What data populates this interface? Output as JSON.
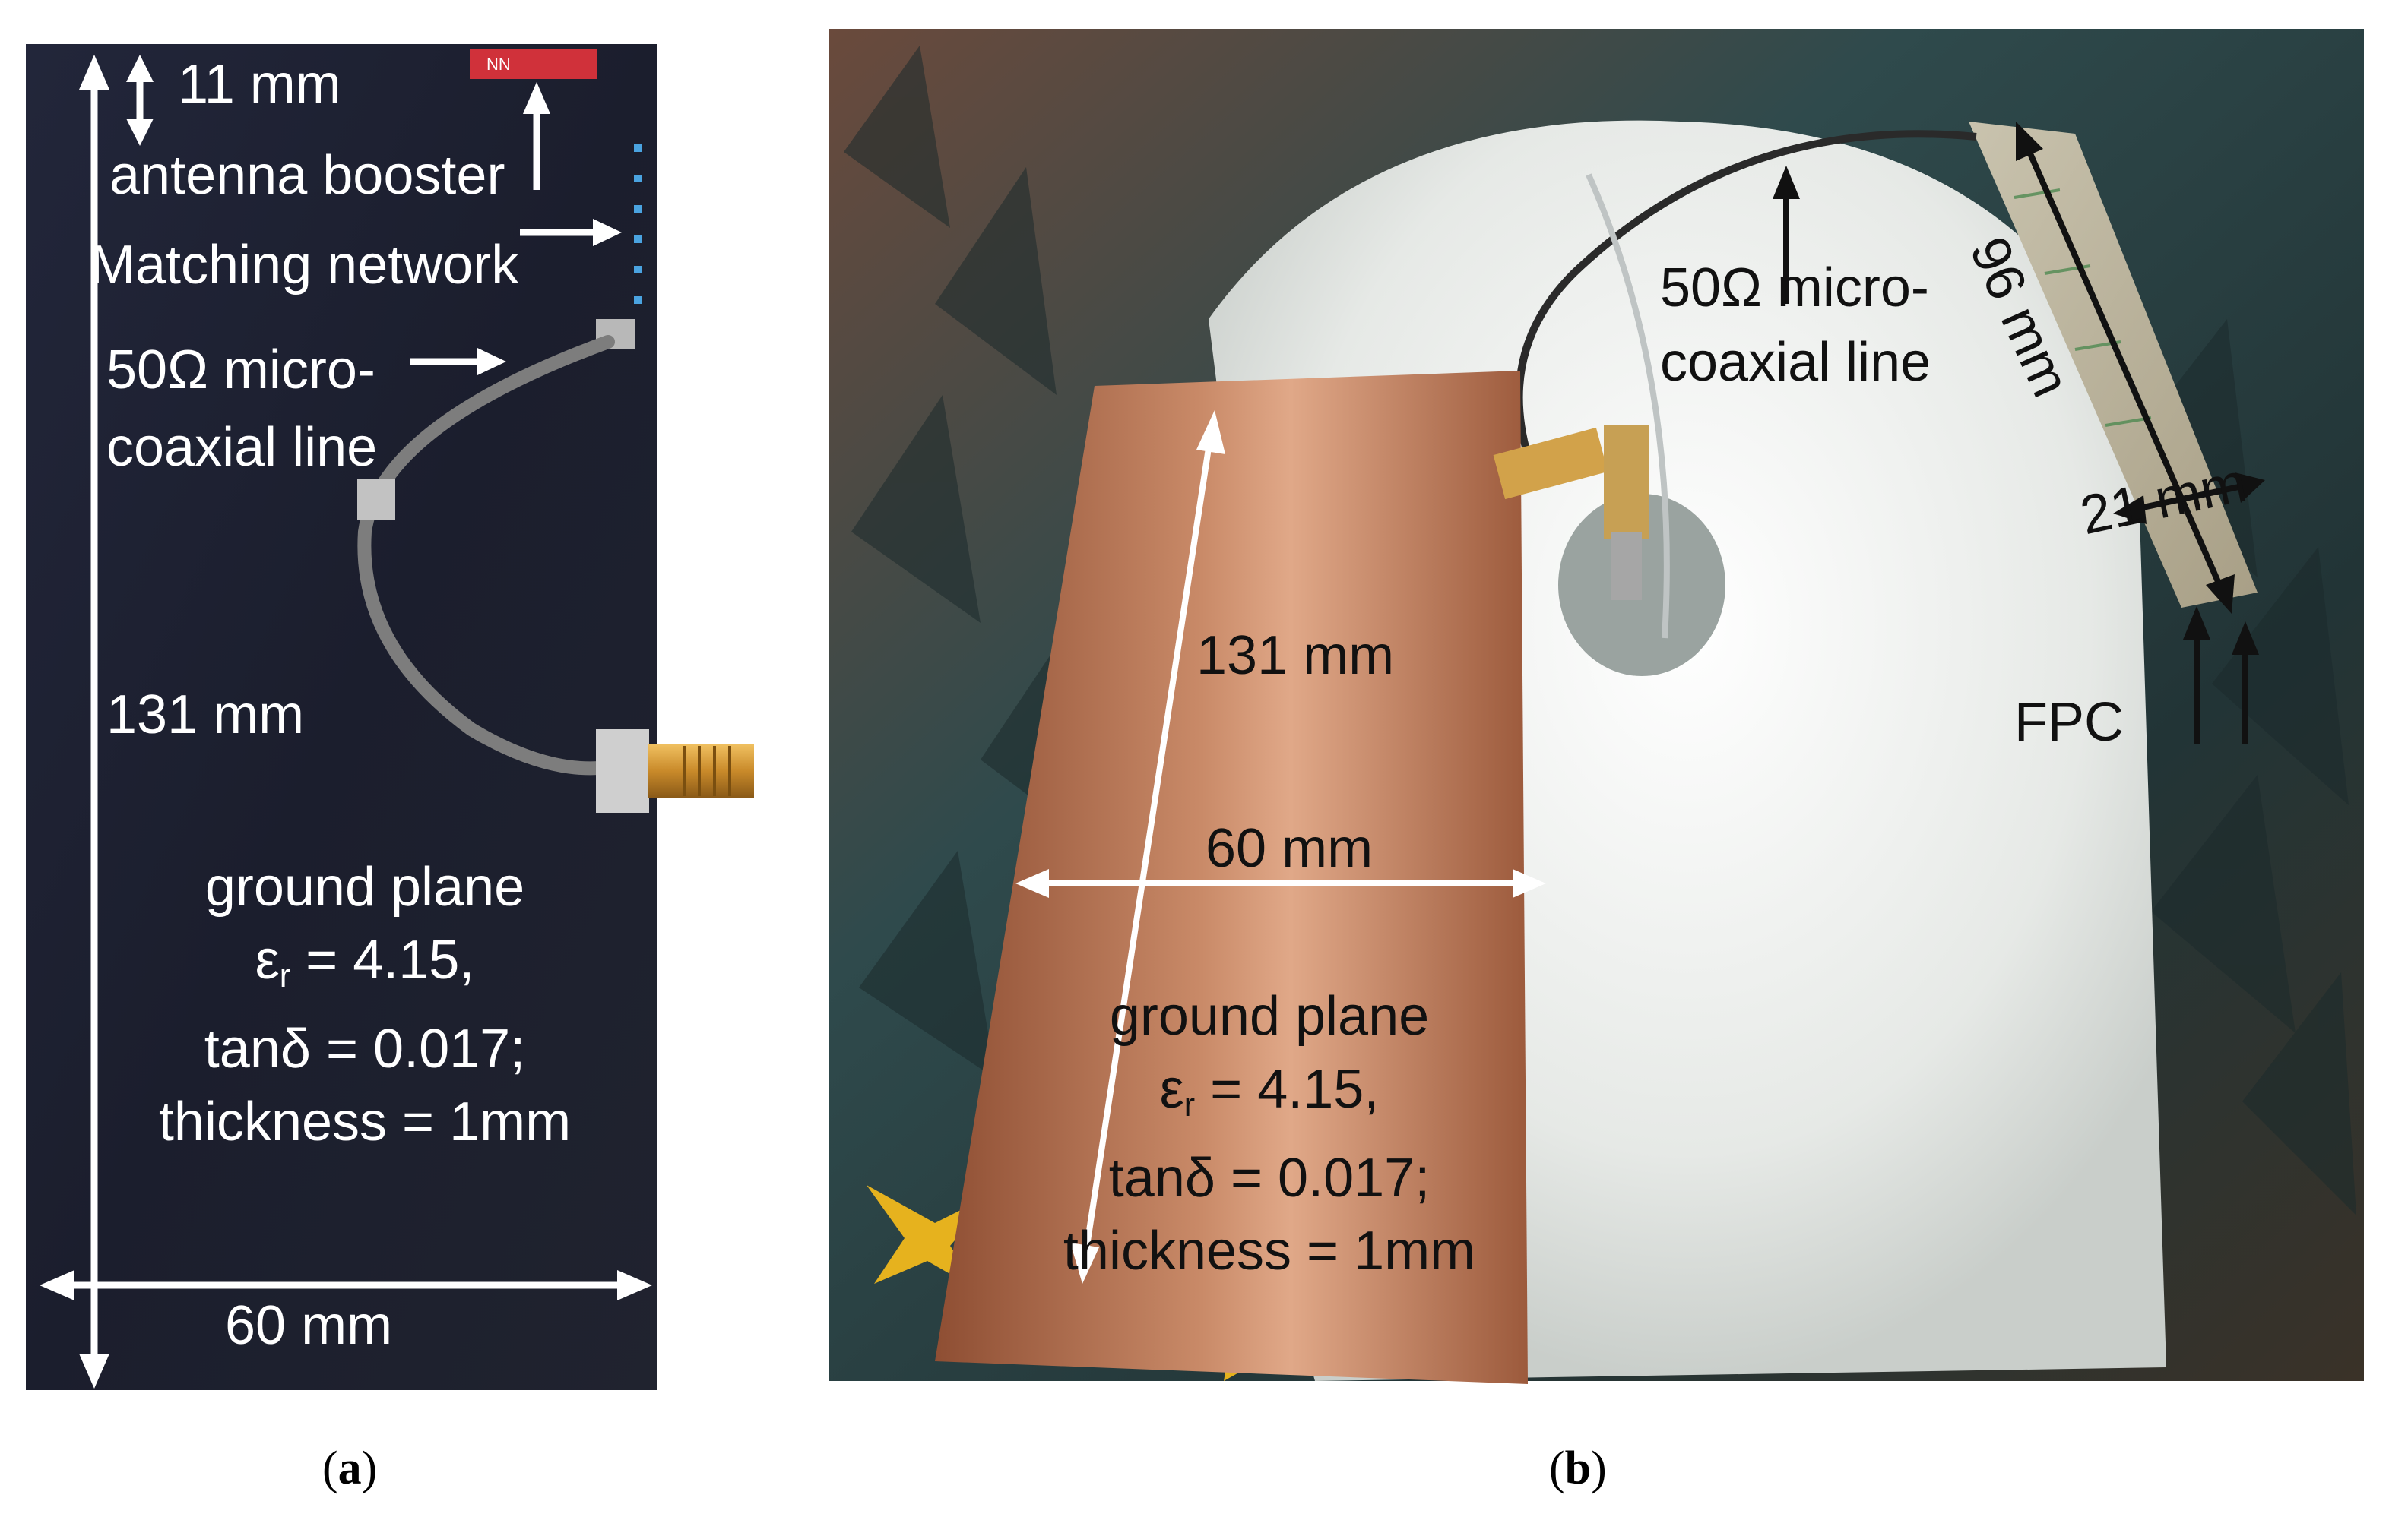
{
  "panel_a": {
    "caption_letter": "a",
    "labels": {
      "booster_height": "11 mm",
      "antenna_booster": "antenna booster",
      "matching_network": "Matching network",
      "coax_line_1": "50Ω micro-",
      "coax_line_2": "coaxial line",
      "height": "131 mm",
      "width": "60 mm",
      "ground_plane": "ground plane",
      "eps_symbol": "ε",
      "eps_sub": "r",
      "eps_value": " = 4.15,",
      "tan_delta": "tanδ = 0.017;",
      "thickness": "thickness = 1mm"
    }
  },
  "panel_b": {
    "caption_letter": "b",
    "labels": {
      "coax_line_1": "50Ω micro-",
      "coax_line_2": "coaxial line",
      "fpc_length": "96 mm",
      "fpc_width": "21 mm",
      "fpc": "FPC",
      "height": "131 mm",
      "width": "60 mm",
      "ground_plane": "ground plane",
      "eps_symbol": "ε",
      "eps_sub": "r",
      "eps_value": " = 4.15,",
      "tan_delta": "tanδ = 0.017;",
      "thickness": "thickness = 1mm"
    }
  },
  "colors": {
    "pcb": "#1c1f2e",
    "copper": "#b06b45",
    "foam": "#e9ebe8",
    "chamber": "#3a4a48"
  }
}
